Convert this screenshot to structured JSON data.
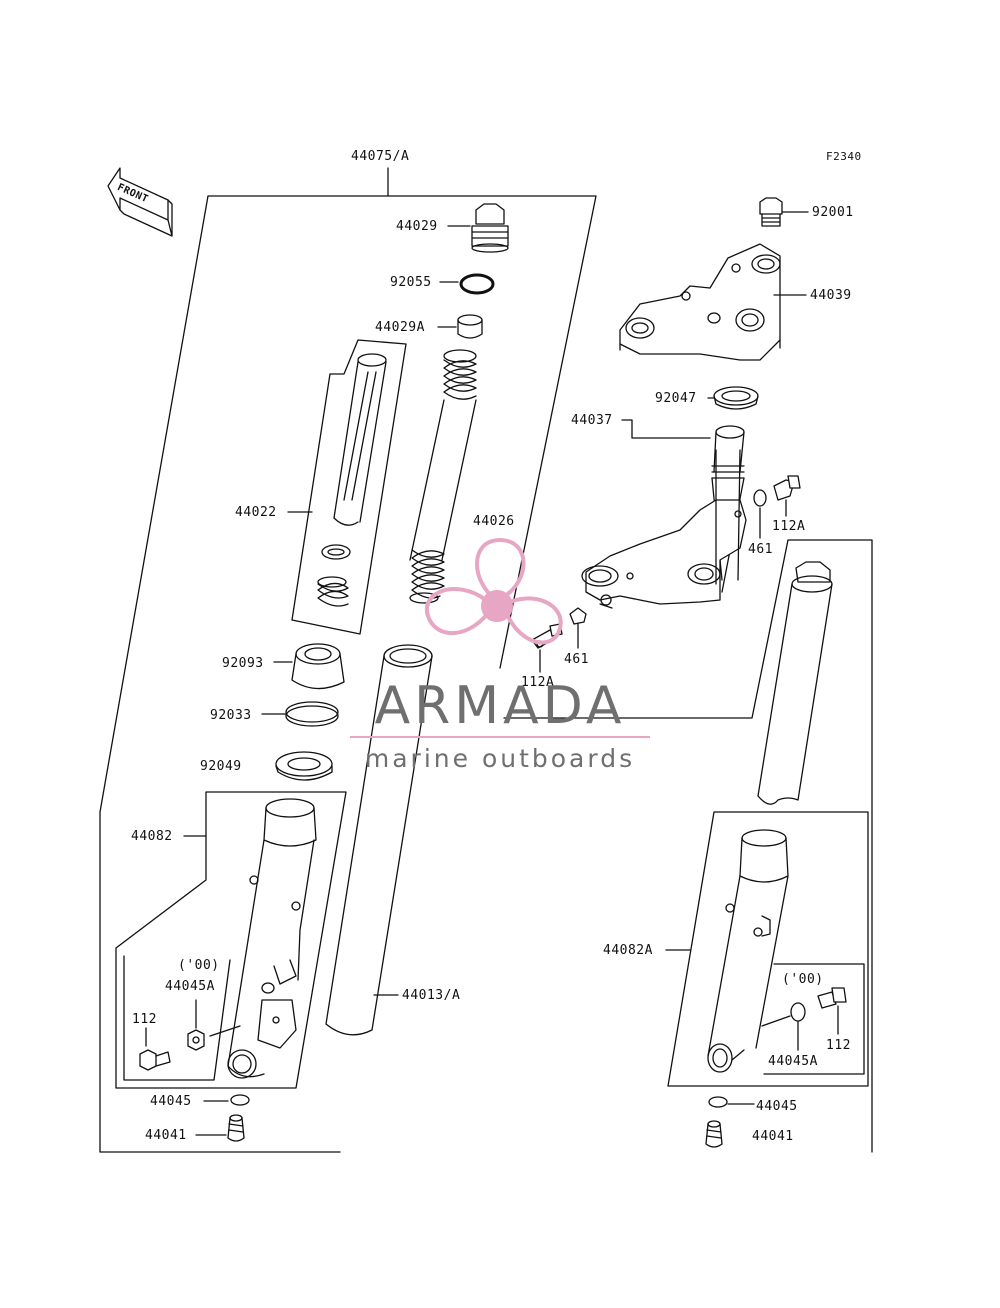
{
  "diagram_code": "F2340",
  "front_label": "FRONT",
  "watermark": {
    "title": "ARMADA",
    "subtitle": "marine outboards",
    "accent_color": "#e7a6c4",
    "text_color": "#6f6f6f"
  },
  "labels": {
    "assembly": "44075/A",
    "cap_bolt": "44029",
    "o_ring": "92055",
    "collar": "44029A",
    "cylinder": "44022",
    "spring": "44026",
    "dust_seal": "92093",
    "circlip": "92033",
    "oil_seal": "92049",
    "outer_tube_left": "44082",
    "year_left": "('00)",
    "axle_nut_left": "44045A",
    "bolt_112_left": "112",
    "washer_left": "44045",
    "drain_bolt_left": "44041",
    "inner_tube": "44013/A",
    "plug_92001": "92001",
    "upper_bracket": "44039",
    "seal_92047": "92047",
    "steering_stem": "44037",
    "bolt_112a_upper": "112A",
    "nut_461_upper": "461",
    "nut_461_lower": "461",
    "bolt_112a_lower": "112A",
    "outer_tube_right": "44082A",
    "year_right": "('00)",
    "bolt_112_right": "112",
    "axle_nut_right": "44045A",
    "washer_right": "44045",
    "drain_bolt_right": "44041"
  }
}
